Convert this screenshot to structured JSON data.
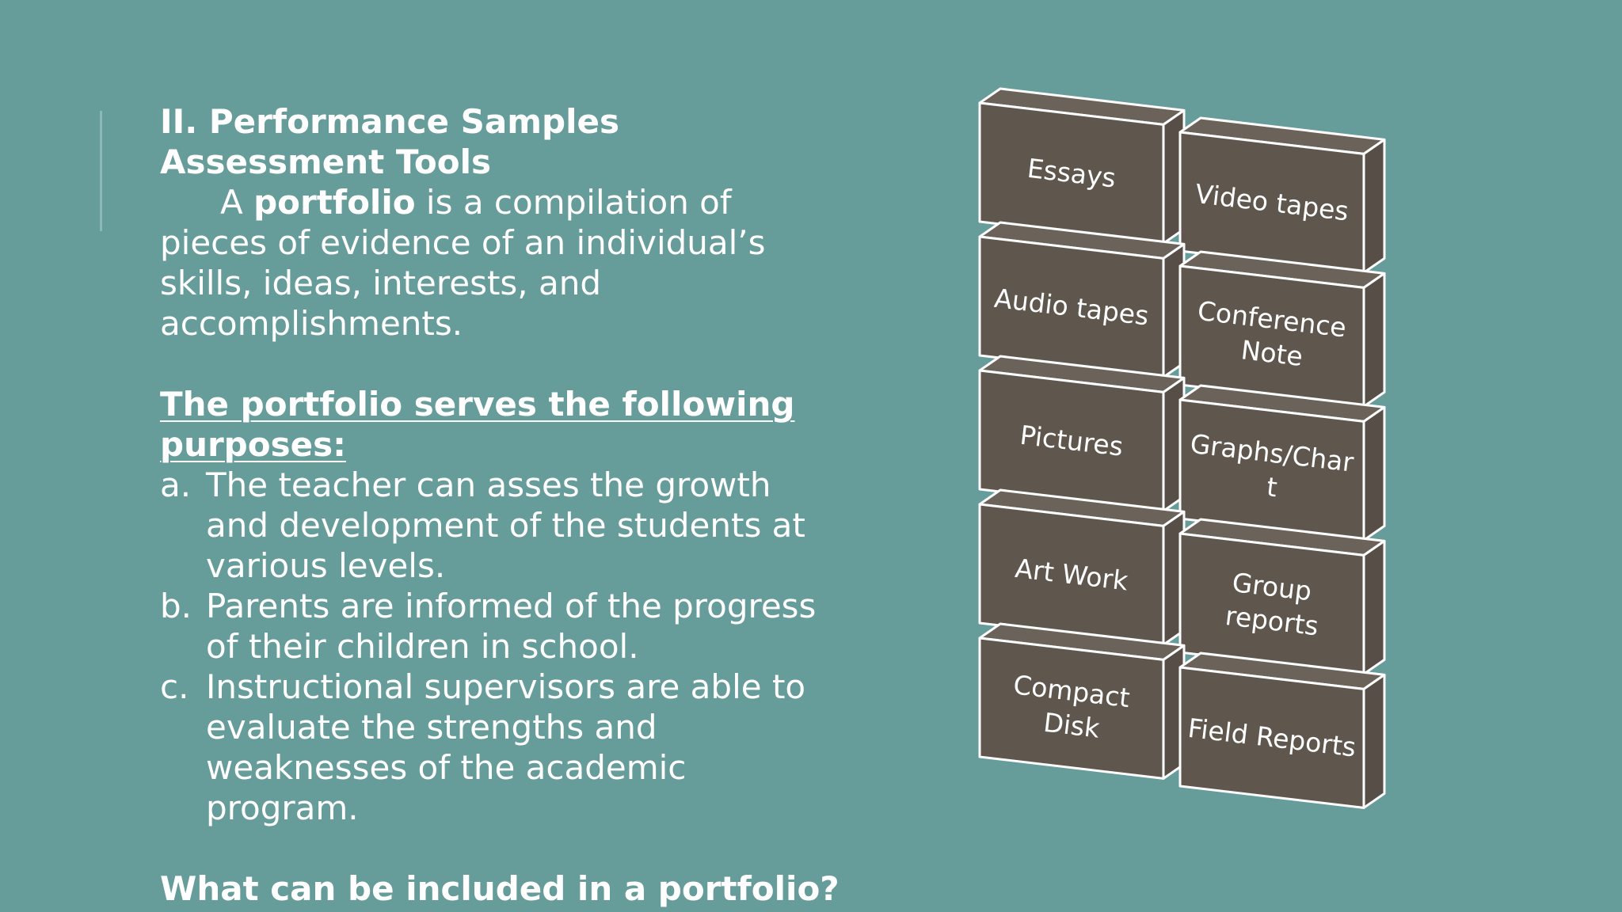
{
  "slide": {
    "heading": "II. Performance Samples Assessment Tools",
    "intro_before": "A ",
    "intro_bold": "portfolio",
    "intro_after": " is a compilation of pieces of evidence of an individual’s skills, ideas, interests, and accomplishments.",
    "purposes_heading": "The portfolio serves the following purposes:",
    "purposes": [
      {
        "marker": "a.",
        "text": "The teacher can asses the growth and development of the students at various levels."
      },
      {
        "marker": "b.",
        "text": "Parents are informed of the progress of their children in school."
      },
      {
        "marker": "c.",
        "text": "Instructional supervisors are able to evaluate the strengths and weaknesses of the academic program."
      }
    ],
    "question": "What can be included in a portfolio?"
  },
  "boxes": {
    "items": [
      [
        "Essays"
      ],
      [
        "Video tapes"
      ],
      [
        "Audio tapes"
      ],
      [
        "Conference",
        "Note"
      ],
      [
        "Pictures"
      ],
      [
        "Graphs/Char",
        "t"
      ],
      [
        "Art Work"
      ],
      [
        "Group",
        "reports"
      ],
      [
        "Compact",
        "Disk"
      ],
      [
        "Field Reports"
      ]
    ]
  },
  "colors": {
    "background": "#669c99",
    "box_face": "#5f574e",
    "box_edge": "#ffffff"
  }
}
